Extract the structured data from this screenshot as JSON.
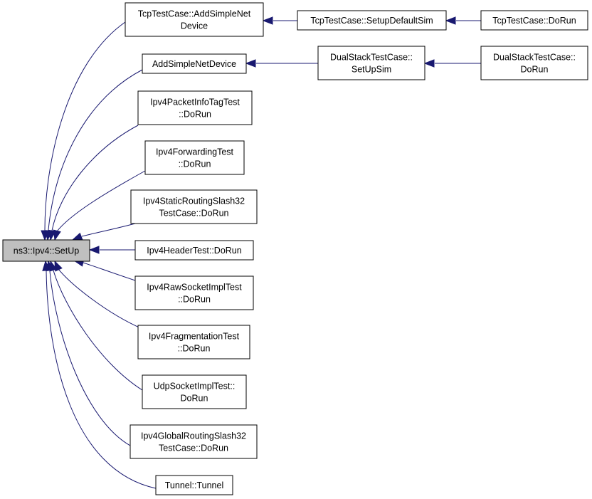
{
  "graph": {
    "edge_color": "#191970",
    "root_fill": "#bfbfbf",
    "nodes": {
      "setup": {
        "lines": [
          "ns3::Ipv4::SetUp"
        ]
      },
      "tcp_add": {
        "lines": [
          "TcpTestCase::AddSimpleNet",
          "Device"
        ]
      },
      "tcp_setup": {
        "lines": [
          "TcpTestCase::SetupDefaultSim"
        ]
      },
      "tcp_dorun": {
        "lines": [
          "TcpTestCase::DoRun"
        ]
      },
      "add_simple": {
        "lines": [
          "AddSimpleNetDevice"
        ]
      },
      "dual_setup": {
        "lines": [
          "DualStackTestCase::",
          "SetUpSim"
        ]
      },
      "dual_dorun": {
        "lines": [
          "DualStackTestCase::",
          "DoRun"
        ]
      },
      "pkt_info": {
        "lines": [
          "Ipv4PacketInfoTagTest",
          "::DoRun"
        ]
      },
      "forwarding": {
        "lines": [
          "Ipv4ForwardingTest",
          "::DoRun"
        ]
      },
      "static_routing": {
        "lines": [
          "Ipv4StaticRoutingSlash32",
          "TestCase::DoRun"
        ]
      },
      "header": {
        "lines": [
          "Ipv4HeaderTest::DoRun"
        ]
      },
      "raw_socket": {
        "lines": [
          "Ipv4RawSocketImplTest",
          "::DoRun"
        ]
      },
      "fragmentation": {
        "lines": [
          "Ipv4FragmentationTest",
          "::DoRun"
        ]
      },
      "udp_socket": {
        "lines": [
          "UdpSocketImplTest::",
          "DoRun"
        ]
      },
      "global_routing": {
        "lines": [
          "Ipv4GlobalRoutingSlash32",
          "TestCase::DoRun"
        ]
      },
      "tunnel": {
        "lines": [
          "Tunnel::Tunnel"
        ]
      }
    },
    "edges": [
      {
        "from": "tcp_add",
        "to": "setup"
      },
      {
        "from": "add_simple",
        "to": "setup"
      },
      {
        "from": "pkt_info",
        "to": "setup"
      },
      {
        "from": "forwarding",
        "to": "setup"
      },
      {
        "from": "static_routing",
        "to": "setup"
      },
      {
        "from": "header",
        "to": "setup"
      },
      {
        "from": "raw_socket",
        "to": "setup"
      },
      {
        "from": "fragmentation",
        "to": "setup"
      },
      {
        "from": "udp_socket",
        "to": "setup"
      },
      {
        "from": "global_routing",
        "to": "setup"
      },
      {
        "from": "tunnel",
        "to": "setup"
      },
      {
        "from": "tcp_setup",
        "to": "tcp_add"
      },
      {
        "from": "tcp_dorun",
        "to": "tcp_setup"
      },
      {
        "from": "dual_setup",
        "to": "add_simple"
      },
      {
        "from": "dual_dorun",
        "to": "dual_setup"
      }
    ]
  }
}
